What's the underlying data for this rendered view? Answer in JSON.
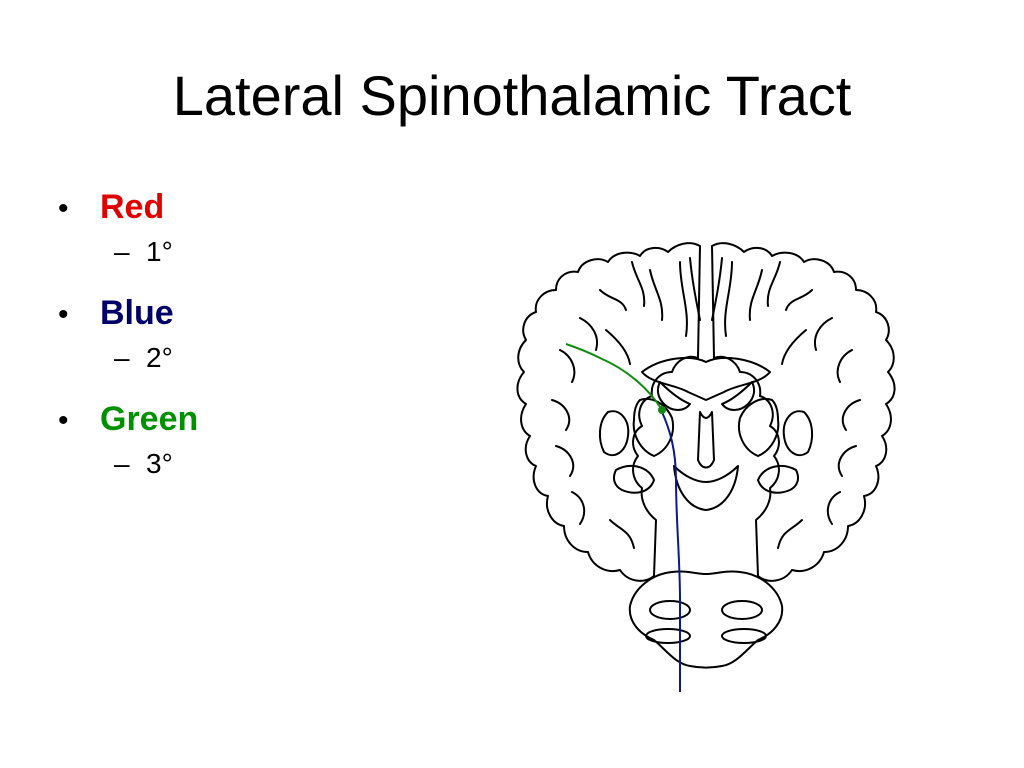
{
  "title": "Lateral Spinothalamic Tract",
  "colors": {
    "red": "#e00000",
    "blue": "#000066",
    "green": "#009000",
    "outline": "#000000",
    "blue_tract": "#0a1a8a",
    "green_tract": "#108a10"
  },
  "bullets": [
    {
      "label": "Red",
      "color": "#e00000",
      "sub": "1°"
    },
    {
      "label": "Blue",
      "color": "#000066",
      "sub": "2°"
    },
    {
      "label": "Green",
      "color": "#009000",
      "sub": "3°"
    }
  ],
  "bullet_glyph": "•",
  "sub_glyph": "–"
}
